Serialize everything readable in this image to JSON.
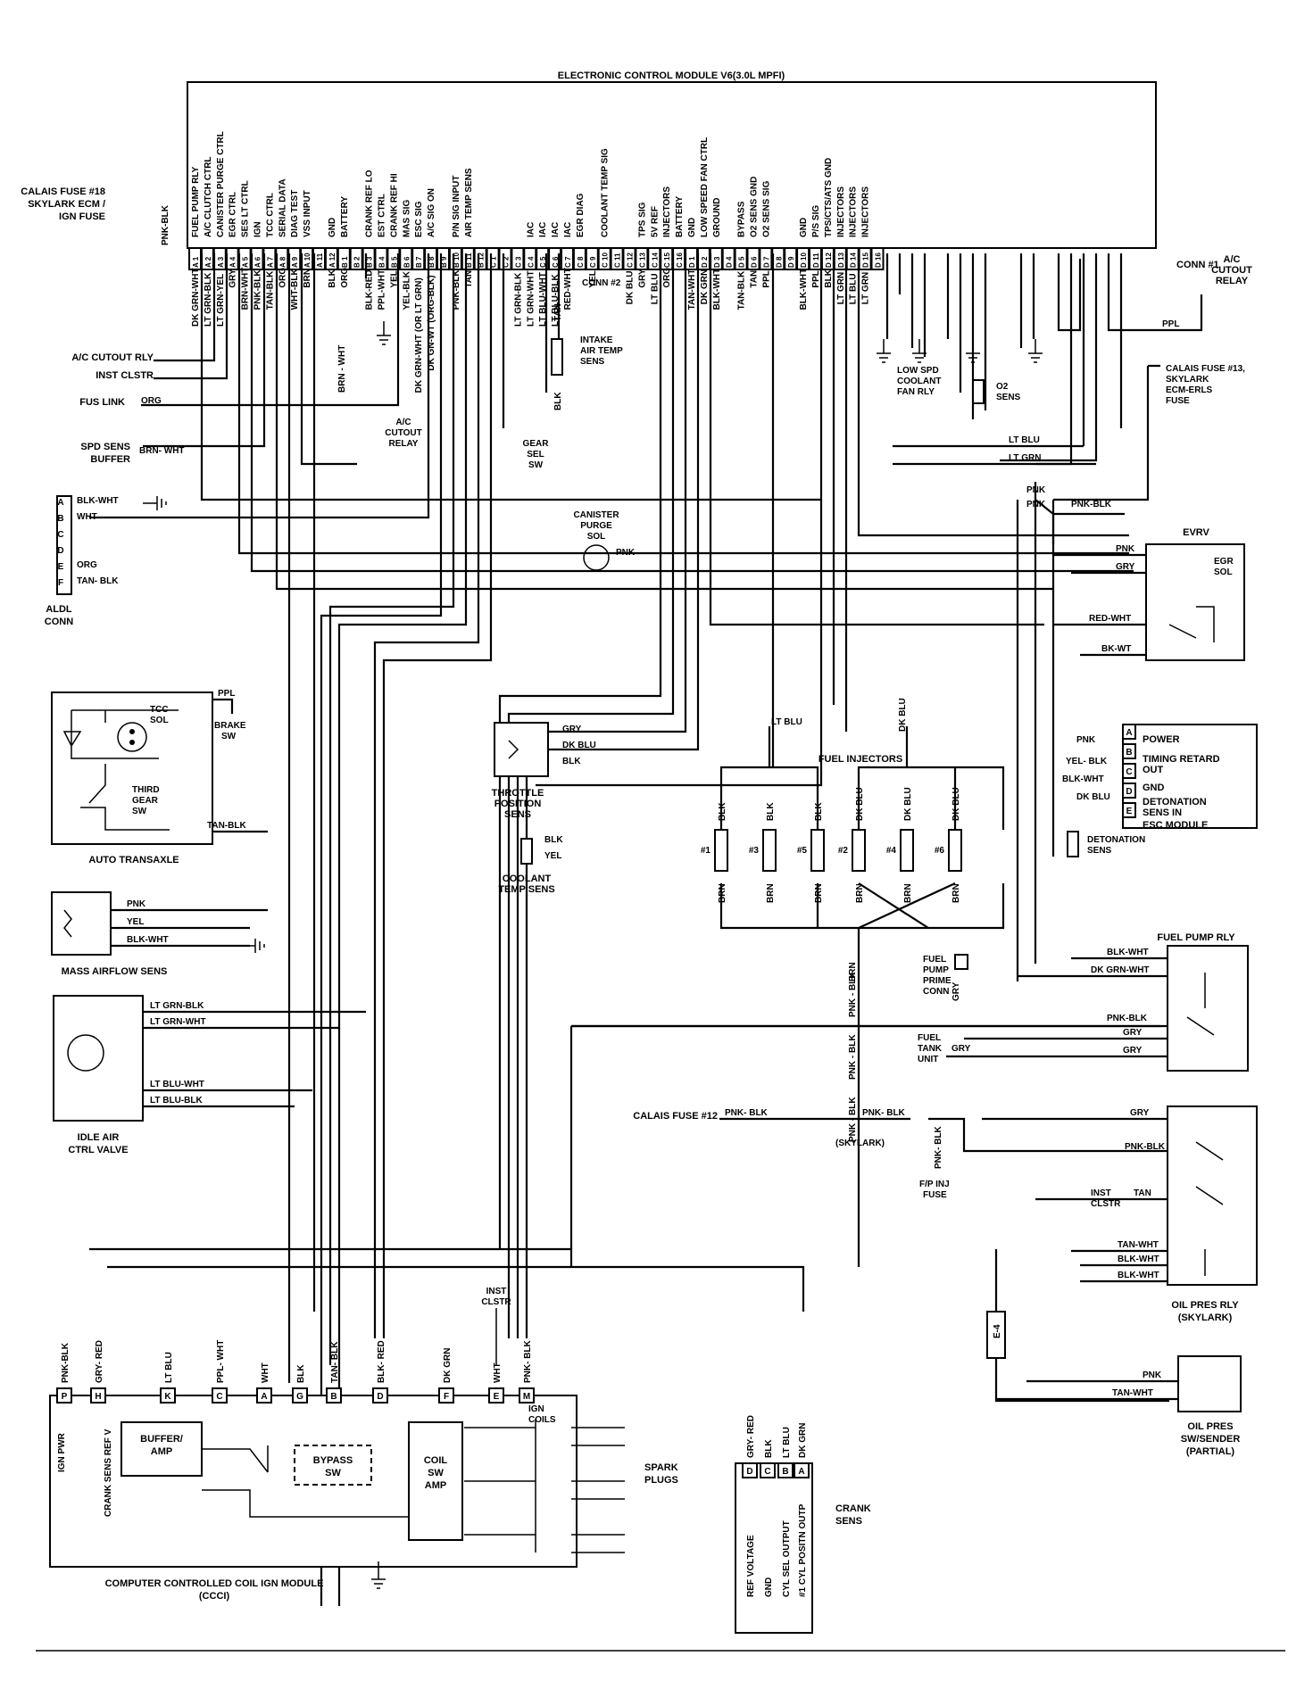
{
  "ecm": {
    "title": "ELECTRONIC CONTROL MODULE V6(3.0L MPFI)",
    "conn1": "CONN #1",
    "conn2": "CONN #2",
    "functions": [
      "FUEL PUMP RLY",
      "A/C CLUTCH CTRL",
      "CANISTER PURGE CTRL",
      "EGR CTRL",
      "SES LT CTRL",
      "IGN",
      "TCC CTRL",
      "SERIAL DATA",
      "DIAG TEST",
      "VSS INPUT",
      "",
      "GND",
      "BATTERY",
      "",
      "CRANK REF LO",
      "EST CTRL",
      "CRANK REF HI",
      "MAS SIG",
      "ESC SIG",
      "A/C SIG ON",
      "",
      "P/N SIG INPUT",
      "AIR TEMP SENS",
      "",
      "",
      "",
      "",
      "IAC",
      "IAC",
      "IAC",
      "IAC",
      "EGR DIAG",
      "",
      "COOLANT TEMP SIG",
      "",
      "",
      "TPS SIG",
      "5V REF",
      "INJECTORS",
      "BATTERY",
      "GND",
      "LOW SPEED FAN CTRL",
      "GROUND",
      "",
      "BYPASS",
      "O2 SENS GND",
      "O2 SENS SIG",
      "",
      "",
      "GND",
      "P/S SIG",
      "TPS/CTS/ATS GND",
      "INJECTORS",
      "INJECTORS",
      "INJECTORS"
    ],
    "pins": [
      "A 1",
      "A 2",
      "A 3",
      "A 4",
      "A 5",
      "A 6",
      "A 7",
      "A 8",
      "A 9",
      "A 10",
      "A 11",
      "A 12",
      "B 1",
      "B 2",
      "B 3",
      "B 4",
      "B 5",
      "B 6",
      "B 7",
      "B 8",
      "B 9",
      "B 10",
      "B 11",
      "B 12",
      "C 1",
      "C 2",
      "C 3",
      "C 4",
      "C 5",
      "C 6",
      "C 7",
      "C 8",
      "C 9",
      "C 10",
      "C 11",
      "C 12",
      "C 13",
      "C 14",
      "C 15",
      "C 16",
      "D 1",
      "D 2",
      "D 3",
      "D 4",
      "D 5",
      "D 6",
      "D 7",
      "D 8",
      "D 9",
      "D 10",
      "D 11",
      "D 12",
      "D 13",
      "D 14",
      "D 15",
      "D 16"
    ],
    "wires": [
      "DK GRN-WHT",
      "LT GRN-BLK",
      "LT GRN-YEL",
      "GRY",
      "BRN-WHT",
      "PNK-BLK",
      "TAN-BLK",
      "ORG",
      "WHT-BLK",
      "BRN",
      "",
      "BLK",
      "ORG",
      "",
      "BLK-RED",
      "PPL-WHT",
      "YEL",
      "YEL-BLK",
      "DK GRN-WHT (OR LT GRN)",
      "DK GN-WT (ORG-BLK)",
      "",
      "PNK-BLK",
      "TAN",
      "",
      "",
      "",
      "LT GRN-BLK",
      "LT GRN-WHT",
      "LT BLU-WHT",
      "LT BLU-BLK",
      "RED-WHT",
      "",
      "YEL",
      "",
      "",
      "DK BLU",
      "GRY",
      "LT BLU",
      "ORG",
      "",
      "TAN-WHT",
      "DK GRN",
      "BLK-WHT",
      "",
      "TAN-BLK",
      "TAN",
      "PPL",
      "",
      "",
      "BLK-WHT",
      "PPL",
      "BLK",
      "LT GRN",
      "LT BLU",
      "LT GRN",
      ""
    ]
  },
  "left_labels": {
    "calais_fuse18": [
      "CALAIS FUSE #18",
      "SKYLARK ECM /",
      "IGN FUSE"
    ],
    "pnk_blk": "PNK-BLK",
    "ac_cutout": "A/C CUTOUT RLY",
    "inst_clstr": "INST CLSTR",
    "fus_link": "FUS LINK",
    "org": "ORG",
    "spd_sens": [
      "SPD SENS",
      "BUFFER"
    ],
    "brn_wht": "BRN- WHT",
    "brn_wht2": "BRN - WHT"
  },
  "aldl": {
    "name": [
      "ALDL",
      "CONN"
    ],
    "pins": [
      "A",
      "B",
      "C",
      "D",
      "E",
      "F"
    ],
    "wires": [
      "BLK-WHT",
      "WHT",
      "",
      "",
      "ORG",
      "TAN- BLK"
    ]
  },
  "auto_transaxle": {
    "name": "AUTO TRANSAXLE",
    "tcc": [
      "TCC",
      "SOL"
    ],
    "ppl": "PPL",
    "brake": [
      "BRAKE",
      "SW"
    ],
    "third": [
      "THIRD",
      "GEAR",
      "SW"
    ],
    "tan_blk": "TAN-BLK"
  },
  "maf": {
    "name": "MASS AIRFLOW  SENS",
    "wires": [
      "PNK",
      "YEL",
      "BLK-WHT"
    ]
  },
  "iac": {
    "name": [
      "IDLE AIR",
      "CTRL VALVE"
    ],
    "wires": [
      "LT GRN-BLK",
      "LT GRN-WHT",
      "LT BLU-WHT",
      "LT BLU-BLK"
    ]
  },
  "center": {
    "intake": [
      "INTAKE",
      "AIR TEMP",
      "SENS"
    ],
    "tan": "TAN",
    "blk": "BLK",
    "gear_sel": [
      "GEAR",
      "SEL",
      "SW"
    ],
    "ac_cutout_relay": [
      "A/C",
      "CUTOUT",
      "RELAY"
    ],
    "canister": [
      "CANISTER",
      "PURGE",
      "SOL"
    ],
    "pnk": "PNK",
    "tps": [
      "THROTTLE",
      "POSITION",
      "SENS"
    ],
    "tps_wires": [
      "GRY",
      "DK BLU",
      "BLK"
    ],
    "cts": [
      "COOLANT",
      "TEMP SENS"
    ],
    "cts_wires": [
      "BLK",
      "YEL"
    ],
    "lt_blu": "LT BLU",
    "dk_blu": "DK BLU"
  },
  "injectors": {
    "title": "FUEL INJECTORS",
    "numbers": [
      "#1",
      "#3",
      "#5",
      "#2",
      "#4",
      "#6"
    ],
    "top_wires": [
      "BLK",
      "BLK",
      "BLK",
      "DK BLU",
      "DK BLU",
      "DK BLU"
    ],
    "bottom": "BRN",
    "brn_trunk": [
      "BRN",
      "PNK - BLK",
      "PNK - BLK",
      "PNK - BLK"
    ]
  },
  "right": {
    "low_spd": [
      "LOW SPD",
      "COOLANT",
      "FAN  RLY"
    ],
    "o2": [
      "O2",
      "SENS"
    ],
    "ac_cutout_relay": [
      "A/C",
      "CUTOUT",
      "RELAY"
    ],
    "ppl": "PPL",
    "calais_fuse13": [
      "CALAIS FUSE #13,",
      "SKYLARK",
      "ECM-ERLS",
      "FUSE"
    ],
    "lt_blu": "LT BLU",
    "lt_grn": "LT GRN",
    "pnk_labels": [
      "PNK",
      "PNK",
      "PNK-BLK",
      "PNK"
    ],
    "evrv": {
      "name": "EVRV",
      "egr": [
        "EGR",
        "SOL"
      ],
      "wires": [
        "PNK",
        "GRY",
        "RED-WHT",
        "BK-WT"
      ]
    },
    "esc": {
      "pins": [
        "A",
        "B",
        "C",
        "D",
        "E"
      ],
      "labels": [
        "POWER",
        "TIMING RETARD",
        "OUT",
        "GND",
        "DETONATION",
        "SENS IN"
      ],
      "module": "ESC MODULE",
      "wires": [
        "PNK",
        "YEL- BLK",
        "BLK-WHT",
        "DK BLU"
      ]
    },
    "detonation": [
      "DETONATION",
      "SENS"
    ],
    "fuel_pump_rly": {
      "name": "FUEL PUMP RLY",
      "wires": [
        "BLK-WHT",
        "DK GRN-WHT",
        "PNK-BLK",
        "GRY",
        "GRY"
      ]
    },
    "fuel_pump_prime": [
      "FUEL",
      "PUMP",
      "PRIME",
      "CONN"
    ],
    "gry": "GRY",
    "fuel_tank": [
      "FUEL",
      "TANK",
      "UNIT"
    ],
    "calais_fuse12": "CALAIS FUSE #12",
    "pnk_blk": "PNK- BLK",
    "skylark": "(SKYLARK)",
    "fp_inj": [
      "F/P INJ",
      "FUSE"
    ],
    "oil_pres_rly": {
      "name": [
        "OIL PRES RLY",
        "(SKYLARK)"
      ],
      "wires": [
        "GRY",
        "PNK-BLK",
        "TAN",
        "TAN-WHT",
        "BLK-WHT",
        "BLK-WHT"
      ],
      "inst": [
        "INST",
        "CLSTR"
      ]
    },
    "e4": "E-4",
    "oil_sender": {
      "name": [
        "OIL PRES",
        "SW/SENDER",
        "(PARTIAL)"
      ],
      "wires": [
        "PNK",
        "TAN-WHT"
      ]
    }
  },
  "ccci": {
    "title": [
      "COMPUTER CONTROLLED COIL IGN MODULE",
      "(CCCI)"
    ],
    "pins": [
      "P",
      "H",
      "K",
      "C",
      "A",
      "G",
      "B",
      "D",
      "F",
      "E",
      "M"
    ],
    "wires": [
      "PNK-BLK",
      "GRY- RED",
      "LT BLU",
      "PPL- WHT",
      "WHT",
      "BLK",
      "TAN- BLK",
      "BLK- RED",
      "DK GRN",
      "WHT",
      "PNK- BLK"
    ],
    "side_labels": [
      "IGN PWR",
      "CRANK SENS REF V"
    ],
    "buffer": [
      "BUFFER/",
      "AMP"
    ],
    "bypass": [
      "BYPASS",
      "SW"
    ],
    "coil_sw": [
      "COIL",
      "SW",
      "AMP"
    ],
    "ign_coils": [
      "IGN",
      "COILS"
    ],
    "spark": [
      "SPARK",
      "PLUGS"
    ],
    "inst": [
      "INST",
      "CLSTR"
    ]
  },
  "crank": {
    "pins": [
      "D",
      "C",
      "B",
      "A"
    ],
    "wires": [
      "GRY- RED",
      "BLK",
      "LT BLU",
      "DK GRN"
    ],
    "labels": [
      "REF VOLTAGE",
      "GND",
      "CYL SEL OUTPUT",
      "#1 CYL POSITN OUTP"
    ],
    "name": [
      "CRANK",
      "SENS"
    ]
  }
}
